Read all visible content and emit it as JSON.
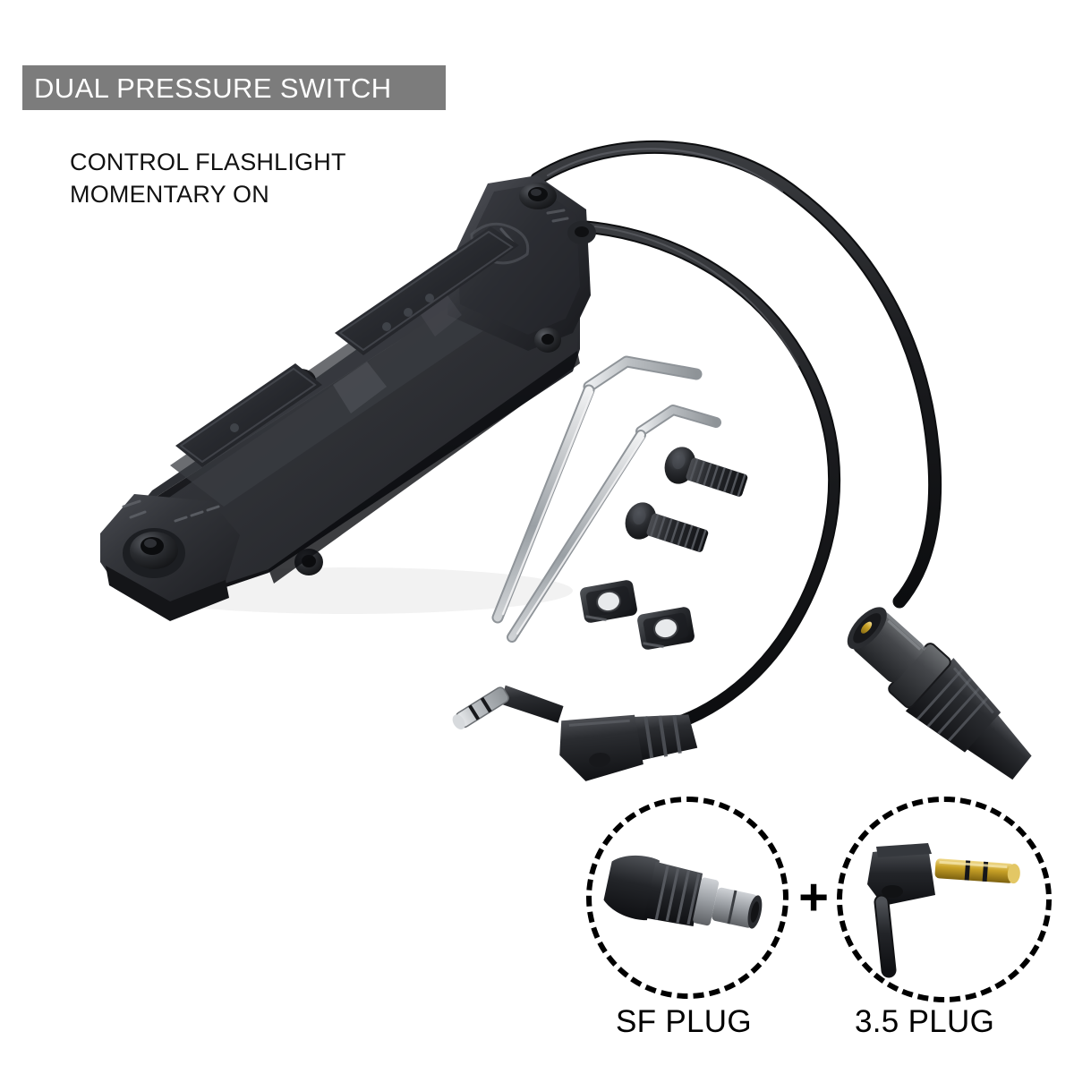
{
  "header": {
    "title": "DUAL PRESSURE SWITCH",
    "band_color": "#7c7c7c",
    "text_color": "#ffffff"
  },
  "subtitle": {
    "text": "CONTROL FLASHLIGHT\nMOMENTARY ON",
    "color": "#111111"
  },
  "product": {
    "name": "Dual Pressure Switch",
    "body_color": "#2a2b2f",
    "cable_color": "#17181a",
    "background": "#ffffff",
    "parts": [
      {
        "name": "pressure-switch-body",
        "label": "Dual pressure pad switch housing"
      },
      {
        "name": "cable-sf",
        "label": "SF plug cable"
      },
      {
        "name": "cable-35",
        "label": "3.5mm plug cable"
      },
      {
        "name": "hex-key-large",
        "label": "Allen hex key (large)"
      },
      {
        "name": "hex-key-small",
        "label": "Allen hex key (small)"
      },
      {
        "name": "screw-1",
        "label": "Button head screw"
      },
      {
        "name": "screw-2",
        "label": "Button head screw"
      },
      {
        "name": "t-nut-1",
        "label": "T-nut"
      },
      {
        "name": "t-nut-2",
        "label": "T-nut"
      },
      {
        "name": "sf-plug",
        "label": "SF connector plug"
      },
      {
        "name": "angled-35-plug",
        "label": "3.5mm right angle plug"
      }
    ]
  },
  "callouts": [
    {
      "id": "sf",
      "label": "SF PLUG",
      "connector": "SF connector barrel with gold center pin"
    },
    {
      "id": "35",
      "label": "3.5 PLUG",
      "connector": "3.5mm right angle TRS plug with gold contacts"
    }
  ],
  "separator": {
    "symbol": "+"
  },
  "colors": {
    "metal_silver": "#b9bcc0",
    "metal_dark": "#3a3c40",
    "gold": "#c9a227",
    "outline": "#000000"
  }
}
